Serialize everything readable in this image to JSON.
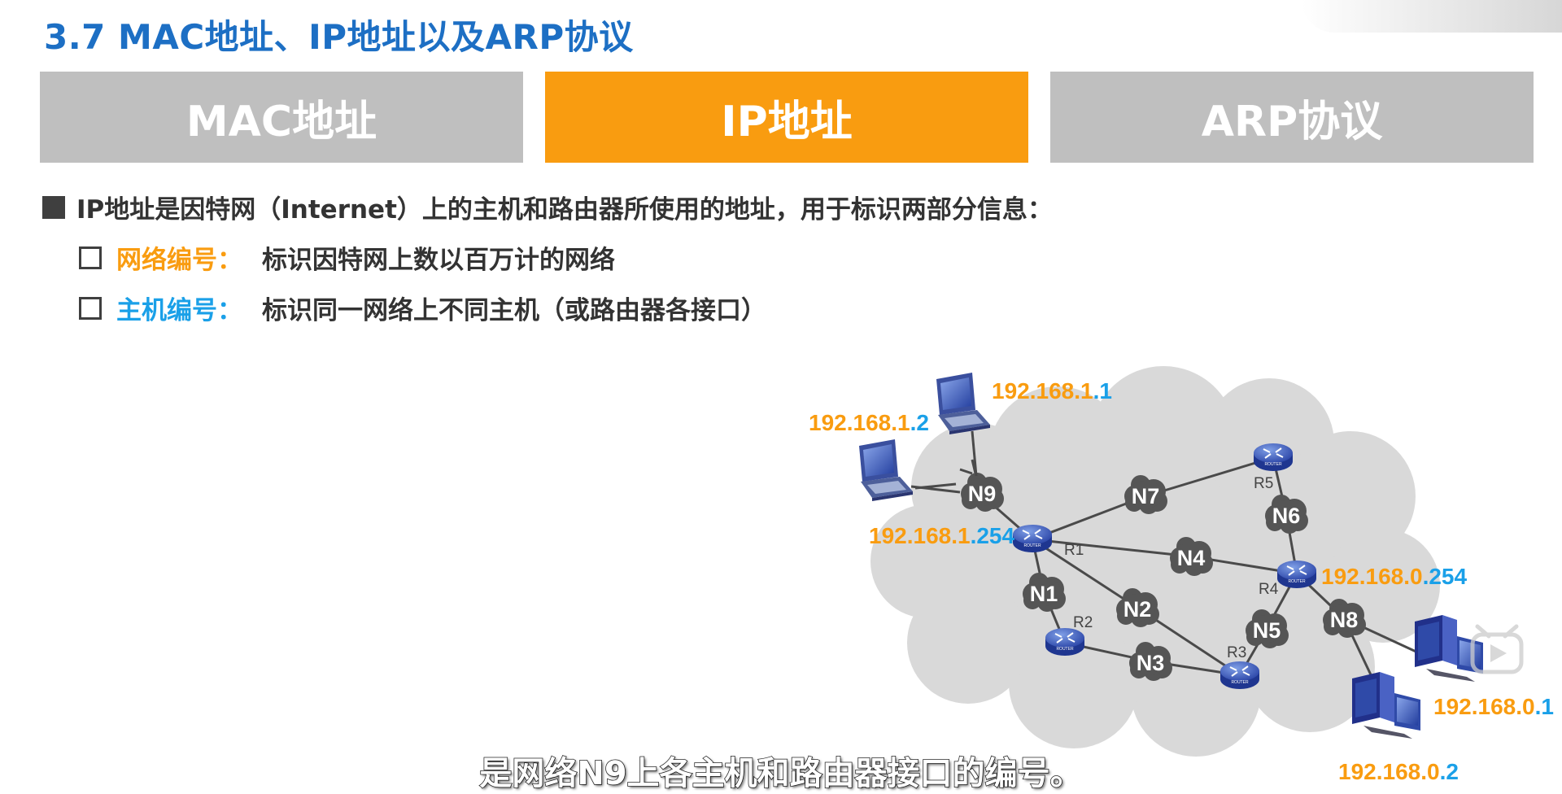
{
  "title": "3.7 MAC地址、IP地址以及ARP协议",
  "tabs": [
    {
      "label": "MAC地址",
      "active": false
    },
    {
      "label": "IP地址",
      "active": true
    },
    {
      "label": "ARP协议",
      "active": false
    }
  ],
  "bullet": "IP地址是因特网（Internet）上的主机和路由器所使用的地址，用于标识两部分信息：",
  "sub_items": [
    {
      "key": "网络编号：",
      "desc": "标识因特网上数以百万计的网络"
    },
    {
      "key": "主机编号：",
      "desc": "标识同一网络上不同主机（或路由器各接口）"
    }
  ],
  "caption": "是网络N9上各主机和路由器接口的编号。",
  "colors": {
    "net": "#f99c10",
    "host": "#1aa0e8",
    "title": "#1d6fc4",
    "tab_active": "#f99c10",
    "tab_inactive": "#bfbfbf"
  },
  "diagram": {
    "networks": [
      "N1",
      "N2",
      "N3",
      "N4",
      "N5",
      "N6",
      "N7",
      "N8",
      "N9"
    ],
    "routers": [
      "R1",
      "R2",
      "R3",
      "R4",
      "R5"
    ],
    "addresses": {
      "laptop1": {
        "net": "192.168.1",
        "host": "1"
      },
      "laptop2": {
        "net": "192.168.1",
        "host": "2"
      },
      "r1": {
        "net": "192.168.1",
        "host": "254"
      },
      "r4": {
        "net": "192.168.0",
        "host": "254"
      },
      "pc1": {
        "net": "192.168.0",
        "host": "1"
      },
      "pc2": {
        "net": "192.168.0",
        "host": "2"
      }
    },
    "dot": "."
  }
}
